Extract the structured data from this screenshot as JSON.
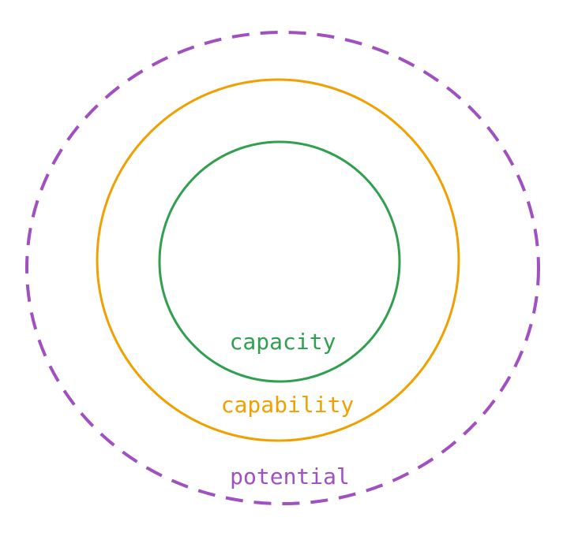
{
  "diagram": {
    "rings": [
      {
        "id": "potential",
        "label": "potential",
        "color": "#a050c0",
        "style": "dashed"
      },
      {
        "id": "capability",
        "label": "capability",
        "color": "#f0a000",
        "style": "solid"
      },
      {
        "id": "capacity",
        "label": "capacity",
        "color": "#30a050",
        "style": "solid"
      }
    ]
  }
}
